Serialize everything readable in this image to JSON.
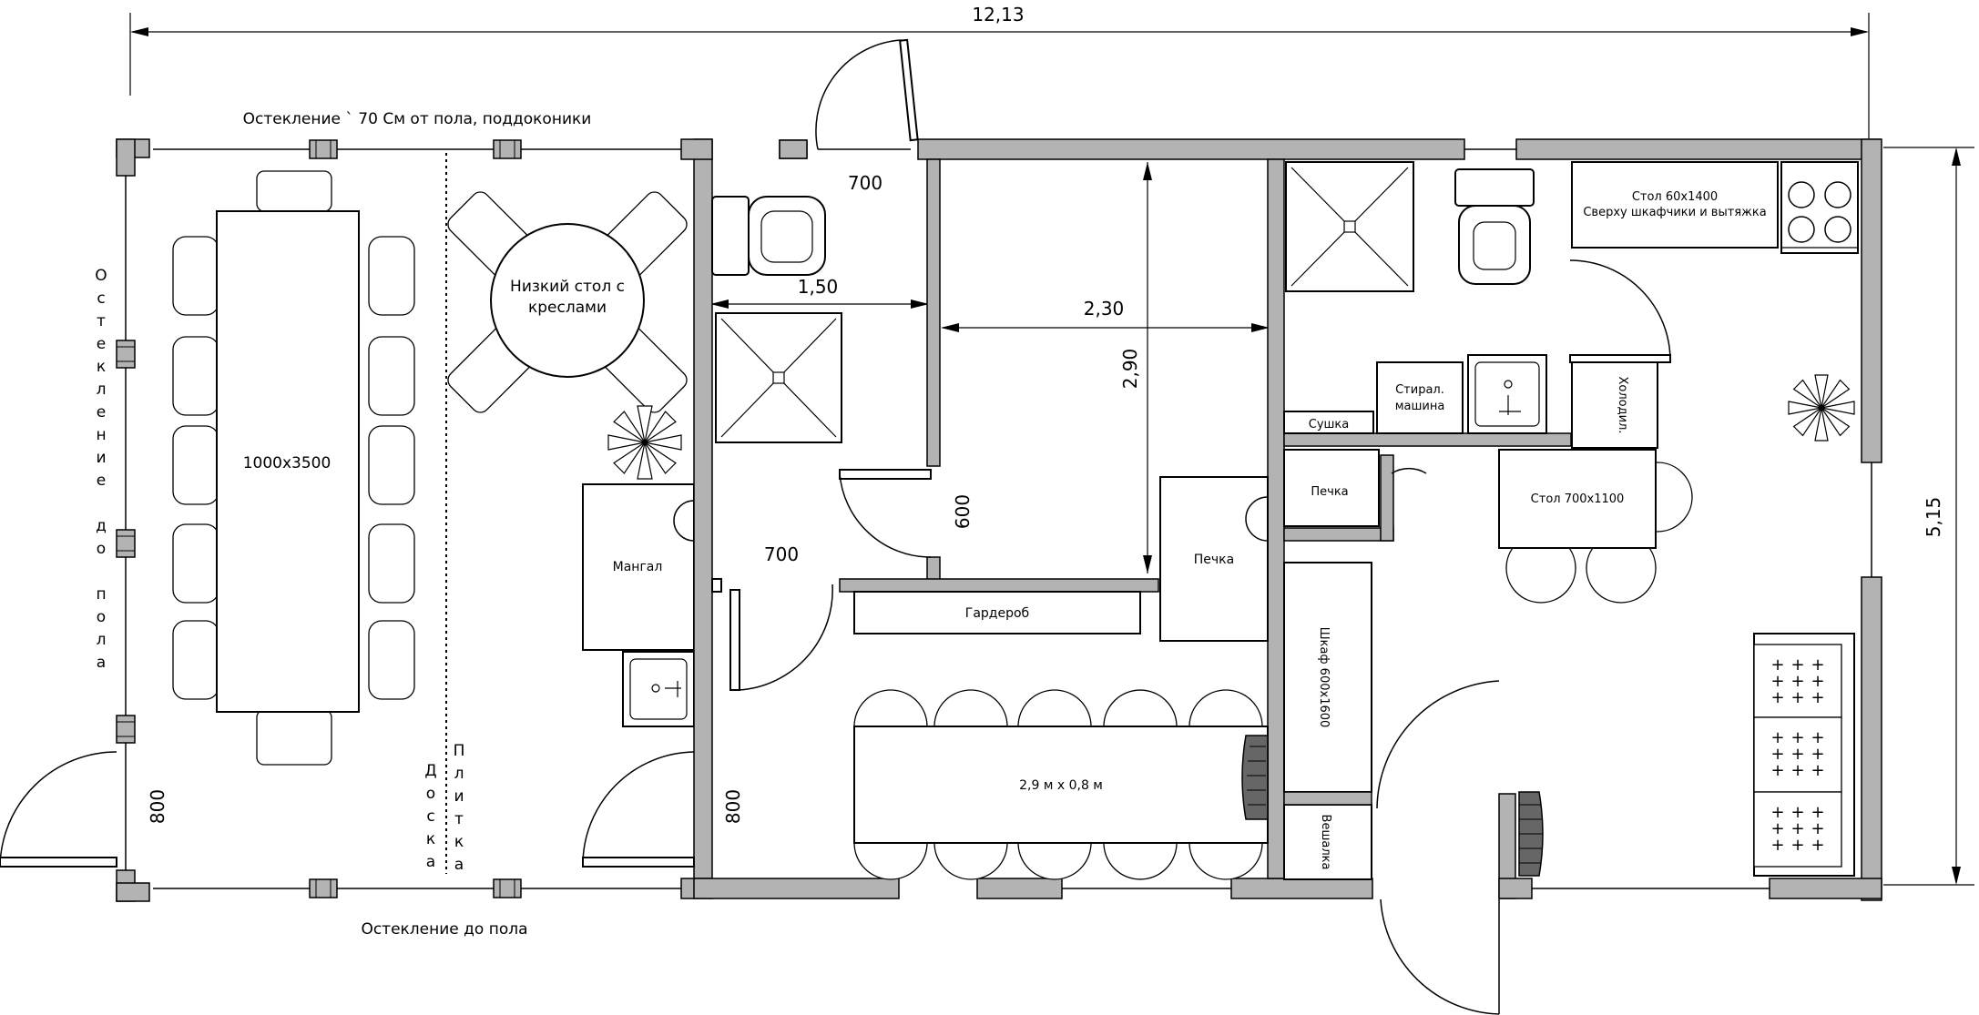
{
  "dimensions": {
    "total_width": "12,13",
    "total_height": "5,15",
    "room_depth": "2,90",
    "room_width": "2,30",
    "passage_width": "1,50"
  },
  "openings": {
    "door_top": "700",
    "door_middle": "700",
    "door_left_bottom": "800",
    "door_mid_bottom": "800",
    "wall_opening": "600"
  },
  "notes": {
    "glazing_top": "Остекление ` 70 См от пола, поддоконики",
    "glazing_bottom": "Остекление до пола",
    "glazing_left_letters": [
      "О",
      "с",
      "т",
      "е",
      "к",
      "л",
      "е",
      "н",
      "и",
      "е",
      "",
      "д",
      "о",
      "",
      "п",
      "о",
      "л",
      "а"
    ],
    "floor_board_letters": [
      "Д",
      "о",
      "с",
      "к",
      "а"
    ],
    "floor_tile_letters": [
      "П",
      "л",
      "и",
      "т",
      "к",
      "а"
    ]
  },
  "furniture": {
    "big_table": "1000х3500",
    "low_table_line1": "Низкий стол с",
    "low_table_line2": "креслами",
    "grill": "Мангал",
    "wardrobe": "Гардероб",
    "stove_main": "Печка",
    "stove_small": "Печка",
    "long_table": "2,9 м х 0,8 м",
    "cabinet": "Шкаф 600х1600",
    "hanger": "Вешалка",
    "dryer": "Сушка",
    "washer_line1": "Стирал.",
    "washer_line2": "машина",
    "fridge": "Холодил.",
    "table_small": "Стол 700х1100",
    "table_kitchen_line1": "Стол 60х1400",
    "table_kitchen_line2": "Сверху шкафчики и вытяжка"
  },
  "colors": {
    "wall": "#b3b3b3",
    "line": "#000000",
    "background": "#ffffff"
  }
}
